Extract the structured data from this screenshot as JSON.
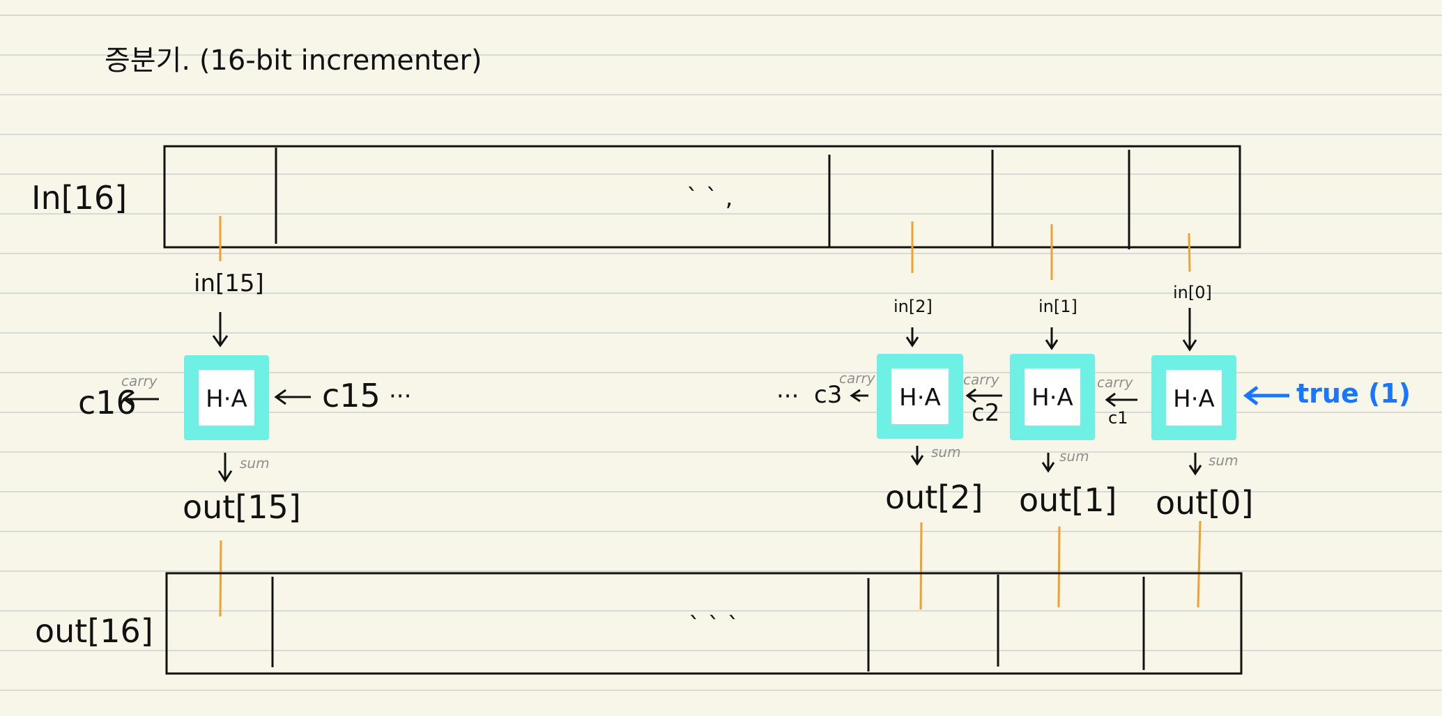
{
  "title": "증분기. (16-bit incrementer)",
  "input_register": {
    "label": "In[16]",
    "ellipsis": "` ` ,",
    "bit_labels": [
      "in[15]",
      "in[2]",
      "in[1]",
      "in[0]"
    ]
  },
  "output_register": {
    "label": "out[16]",
    "ellipsis": "` ` `",
    "bit_labels": [
      "out[15]",
      "out[2]",
      "out[1]",
      "out[0]"
    ]
  },
  "half_adders": [
    {
      "label": "H·A",
      "input": "in[15]",
      "output": "out[15]"
    },
    {
      "label": "H·A",
      "input": "in[2]",
      "output": "out[2]"
    },
    {
      "label": "H·A",
      "input": "in[1]",
      "output": "out[1]"
    },
    {
      "label": "H·A",
      "input": "in[0]",
      "output": "out[0]"
    }
  ],
  "carries": {
    "c16": "c16",
    "c15": "c15",
    "c3": "c3",
    "c2": "c2",
    "c1": "c1",
    "ellipsis": "···"
  },
  "annotations": {
    "carry": "carry",
    "sum": "sum"
  },
  "constant_input": "true (1)",
  "colors": {
    "background": "#f8f6e9",
    "rule_line": "#d9d9d6",
    "wire": "#f0a030",
    "half_adder_highlight": "#6ff0e4",
    "constant": "#1976ff"
  }
}
